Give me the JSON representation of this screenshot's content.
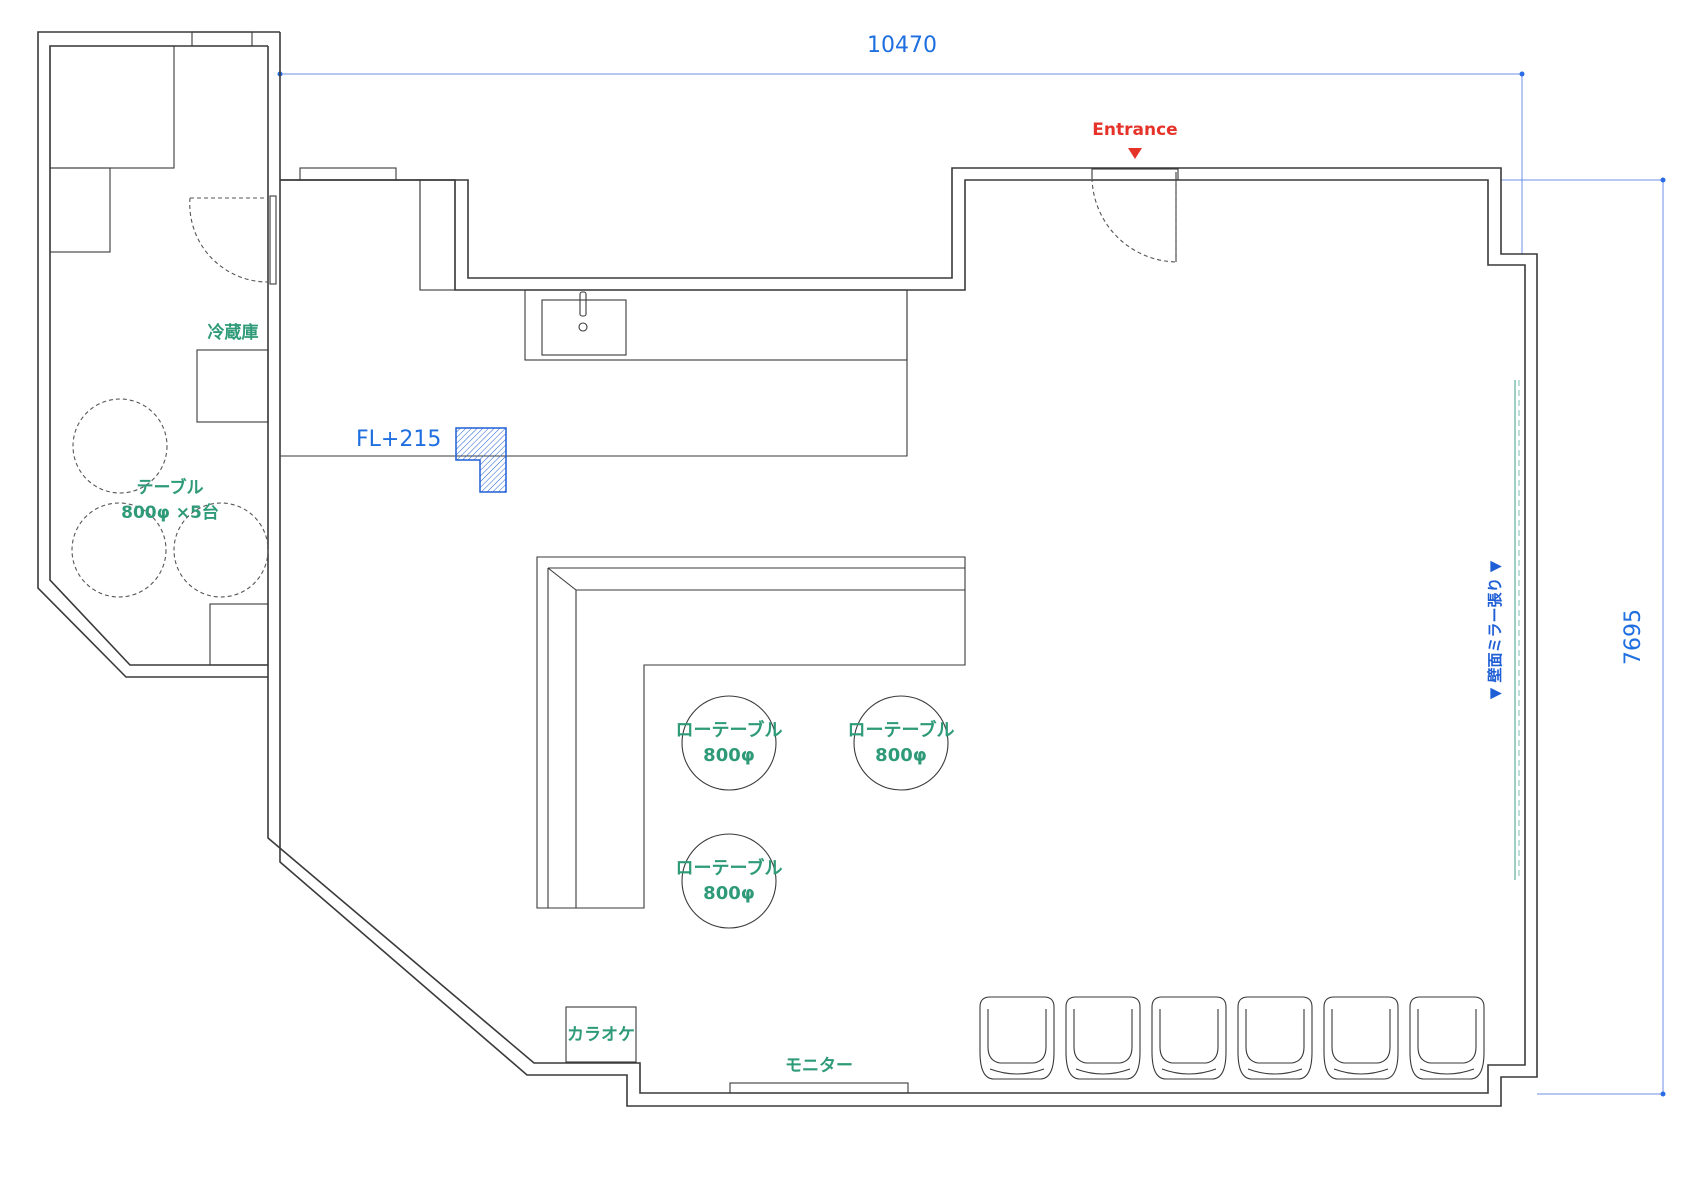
{
  "dimensions": {
    "width": "10470",
    "height": "7695"
  },
  "labels": {
    "entrance": "Entrance",
    "refrigerator": "冷蔵庫",
    "table_group_line1": "テーブル",
    "table_group_line2": "800φ ×5台",
    "floor_level": "FL+215",
    "low_table_line1": "ローテーブル",
    "low_table_line2": "800φ",
    "karaoke": "カラオケ",
    "monitor": "モニター",
    "mirror": "▼ 壁面ミラー張り ▼"
  },
  "colors": {
    "dimension": "#1f6fe0",
    "label_green": "#2e9a78",
    "entrance_red": "#e5332a",
    "wall": "#3a3a3a"
  }
}
